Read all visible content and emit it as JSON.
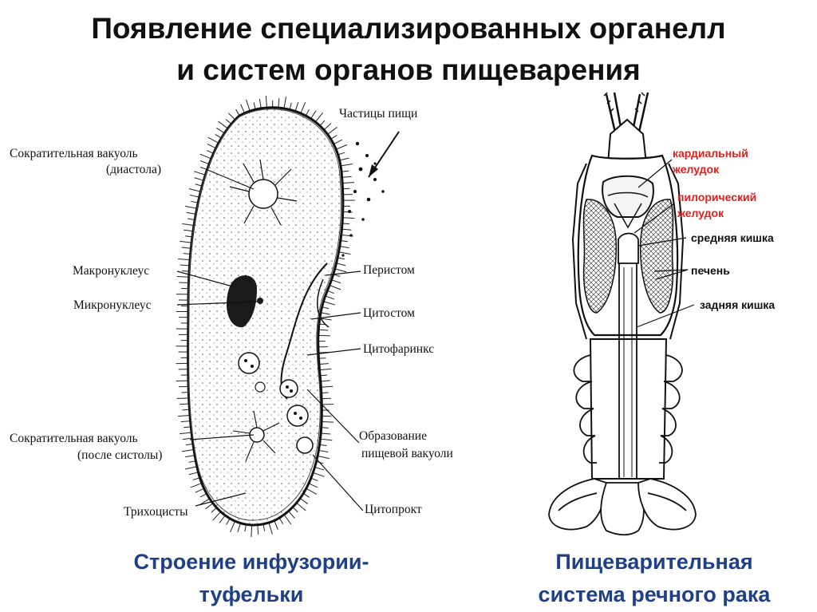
{
  "title": {
    "line1": "Появление специализированных органелл",
    "line2": "и систем органов пищеварения"
  },
  "paramecium": {
    "labels": {
      "vacuole_diastole_1": "Сократительная вакуоль",
      "vacuole_diastole_2": "(диастола)",
      "macronucleus": "Макронуклеус",
      "micronucleus": "Микронуклеус",
      "vacuole_systole_1": "Сократительная вакуоль",
      "vacuole_systole_2": "(после систолы)",
      "trichocysts": "Трихоцисты",
      "food_particles": "Частицы пищи",
      "peristome": "Перистом",
      "cytostome": "Цитостом",
      "cytopharynx": "Цитофаринкс",
      "food_vacuole_1": "Образование",
      "food_vacuole_2": "пищевой вакуоли",
      "cytoproct": "Цитопрокт"
    },
    "caption_line1": "Строение инфузории-",
    "caption_line2": "туфельки"
  },
  "crayfish": {
    "labels": {
      "cardiac_1": "кардиальный",
      "cardiac_2": "желудок",
      "pyloric_1": "пилорический",
      "pyloric_2": "желудок",
      "midgut": "средняя кишка",
      "liver": "печень",
      "hindgut": "задняя кишка"
    },
    "caption_line1": "Пищеварительная",
    "caption_line2": "система речного рака"
  },
  "colors": {
    "title": "#111111",
    "caption": "#1f3f86",
    "highlight_label": "#e0201e"
  }
}
